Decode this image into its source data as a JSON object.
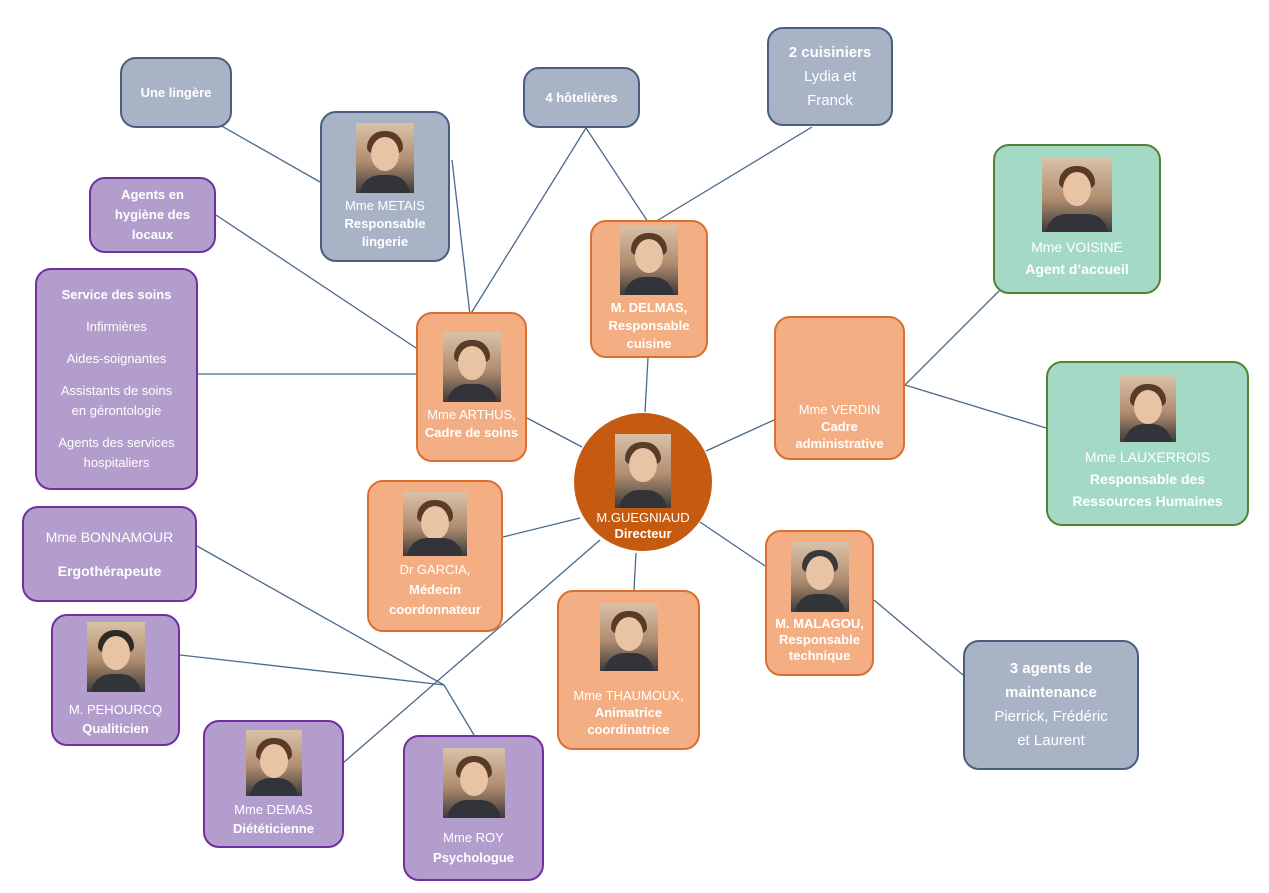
{
  "nodes": {
    "lingere": {
      "title": "Une lingère"
    },
    "metais": {
      "name": "Mme METAIS",
      "role_line1": "Responsable",
      "role_line2": "lingerie"
    },
    "hotelieres": {
      "title": "4 hôtelières"
    },
    "cuisiniers": {
      "title": "2 cuisiniers",
      "line1": "Lydia et",
      "line2": "Franck"
    },
    "hygiene": {
      "line1": "Agents en",
      "line2": "hygiène des",
      "line3": "locaux"
    },
    "soins": {
      "title": "Service des soins",
      "items": [
        "Infirmières",
        "Aides-soignantes",
        "Assistants de soins",
        "en gérontologie",
        "Agents des services",
        "hospitaliers"
      ]
    },
    "arthus": {
      "name": "Mme ARTHUS,",
      "role": "Cadre de soins"
    },
    "delmas": {
      "name": "M. DELMAS,",
      "role_line1": "Responsable",
      "role_line2": "cuisine"
    },
    "verdin": {
      "name": "Mme VERDIN",
      "role_line1": "Cadre",
      "role_line2": "administrative"
    },
    "voisine": {
      "name": "Mme VOISINE",
      "role": "Agent d’accueil"
    },
    "lauxerrois": {
      "name": "Mme LAUXERROIS",
      "role_line1": "Responsable des",
      "role_line2": "Ressources Humaines"
    },
    "guegniaud": {
      "name": "M.GUEGNIAUD",
      "role": "Directeur"
    },
    "garcia": {
      "name": "Dr GARCIA,",
      "role_line1": "Médecin",
      "role_line2": "coordonnateur"
    },
    "bonnamour": {
      "name": "Mme BONNAMOUR",
      "role": "Ergothérapeute"
    },
    "malagou": {
      "name": "M. MALAGOU,",
      "role_line1": "Responsable",
      "role_line2": "technique"
    },
    "thaumoux": {
      "name": "Mme THAUMOUX,",
      "role_line1": "Animatrice",
      "role_line2": "coordinatrice"
    },
    "maintenance": {
      "title_line1": "3 agents de",
      "title_line2": "maintenance",
      "line1": "Pierrick, Frédéric",
      "line2": "et Laurent"
    },
    "pehourcq": {
      "name": "M. PEHOURCQ",
      "role": "Qualiticien"
    },
    "demas": {
      "name": "Mme DEMAS",
      "role": "Diététicienne"
    },
    "roy": {
      "name": "Mme ROY",
      "role": "Psychologue"
    }
  },
  "colors": {
    "gray_fill": "#a8b3c6",
    "purple_fill": "#b39dcc",
    "orange_fill": "#f3ae83",
    "green_fill": "#a4d9c5",
    "director_fill": "#c55a11",
    "connector": "#4a6a8c"
  }
}
